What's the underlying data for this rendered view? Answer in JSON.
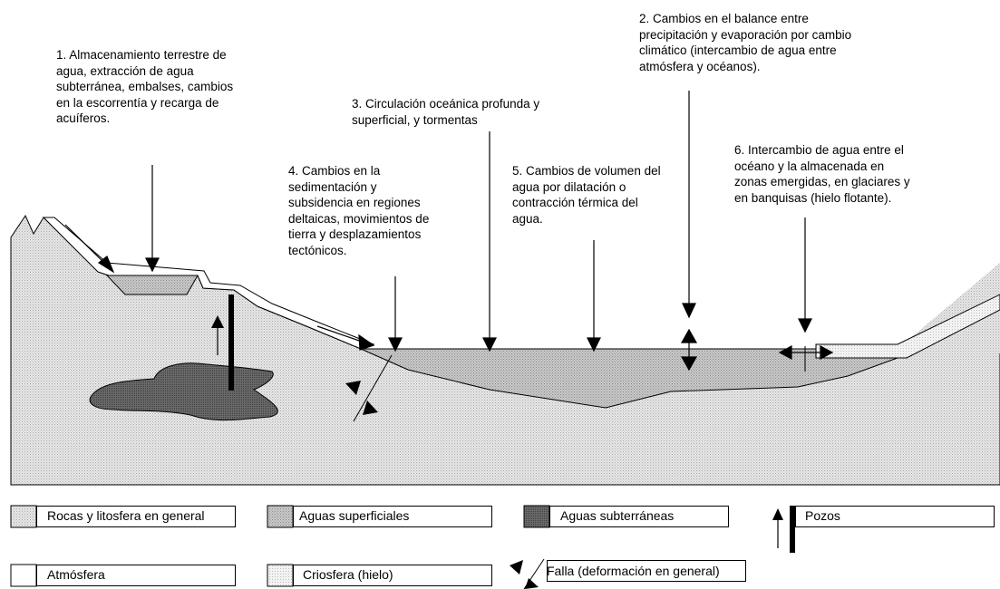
{
  "annotations": {
    "n1": "1. Almacenamiento terrestre de\nagua, extracción de agua\nsubterránea, embalses, cambios\nen la escorrentía y recarga de\nacuíferos.",
    "n2": "2. Cambios en el balance entre\nprecipitación y evaporación por cambio\nclimático (intercambio de agua entre\natmósfera y océanos).",
    "n3": "3. Circulación oceánica profunda y\nsuperficial, y tormentas",
    "n4": "4. Cambios en la\nsedimentación y\nsubsidencia en regiones\ndeltaicas, movimientos de\ntierra y desplazamientos\ntectónicos.",
    "n5": "5. Cambios de volumen del\nagua por dilatación o\ncontracción térmica del\nagua.",
    "n6": "6. Intercambio de agua entre el\nocéano y la almacenada en\nzonas emergidas, en glaciares y\nen banquisas (hielo flotante)."
  },
  "legend": {
    "rocks": "Rocas y litosfera en general",
    "surface_water": "Aguas superficiales",
    "groundwater": "Aguas subterráneas",
    "wells": "Pozos",
    "atmosphere": "Atmósfera",
    "cryosphere": "Criosfera (hielo)",
    "fault": "Falla (deformación en general)"
  }
}
